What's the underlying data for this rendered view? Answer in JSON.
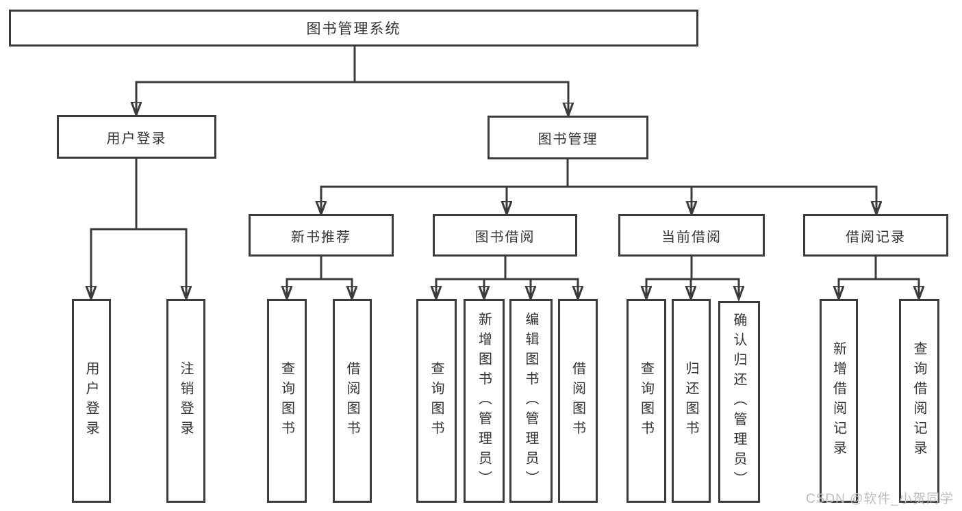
{
  "tree": {
    "root": {
      "label": "图书管理系统",
      "children": [
        {
          "label": "用户登录",
          "children": [
            {
              "label": "用户登录"
            },
            {
              "label": "注销登录"
            }
          ]
        },
        {
          "label": "图书管理",
          "children": [
            {
              "label": "新书推荐",
              "children": [
                {
                  "label": "查询图书"
                },
                {
                  "label": "借阅图书"
                }
              ]
            },
            {
              "label": "图书借阅",
              "children": [
                {
                  "label": "查询图书"
                },
                {
                  "label": "新增图书（管理员）"
                },
                {
                  "label": "编辑图书（管理员）"
                },
                {
                  "label": "借阅图书"
                }
              ]
            },
            {
              "label": "当前借阅",
              "children": [
                {
                  "label": "查询图书"
                },
                {
                  "label": "归还图书"
                },
                {
                  "label": "确认归还（管理员）"
                }
              ]
            },
            {
              "label": "借阅记录",
              "children": [
                {
                  "label": "新增借阅记录"
                },
                {
                  "label": "查询借阅记录"
                }
              ]
            }
          ]
        }
      ]
    }
  },
  "watermark": "CSDN @软件_小贺同学",
  "colors": {
    "line": "#3b3b3b",
    "text": "#333333",
    "box_background": "#ffffff",
    "watermark": "#bdbdbd",
    "background": "#ffffff"
  }
}
